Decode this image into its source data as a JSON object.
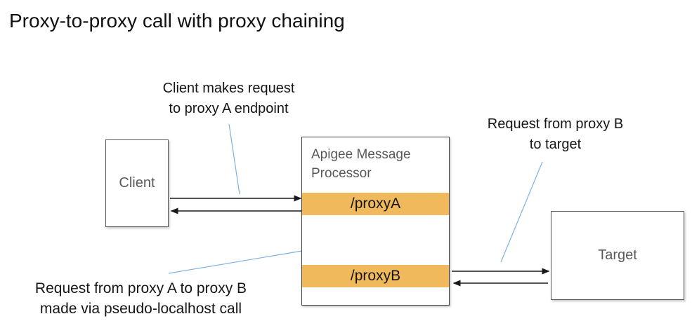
{
  "title": "Proxy-to-proxy call with proxy chaining",
  "annotations": {
    "client_request": {
      "line1": "Client makes request",
      "line2": "to proxy A endpoint"
    },
    "proxy_b_to_target": {
      "line1": "Request from proxy B",
      "line2": "to target"
    },
    "proxy_a_to_proxy_b": {
      "line1": "Request from proxy A to proxy B",
      "line2": "made via pseudo-localhost call"
    }
  },
  "nodes": {
    "client": {
      "label": "Client"
    },
    "processor": {
      "label": "Apigee Message Processor"
    },
    "proxy_a": {
      "label": "/proxyA"
    },
    "proxy_b": {
      "label": "/proxyB"
    },
    "target": {
      "label": "Target"
    }
  },
  "colors": {
    "proxy_bar": "#EFB95C",
    "connector_line": "#7EB1E3",
    "box_border": "#595959",
    "processor_border": "#404040",
    "arrow": "#1A1A1A",
    "gray_text": "#595959"
  }
}
